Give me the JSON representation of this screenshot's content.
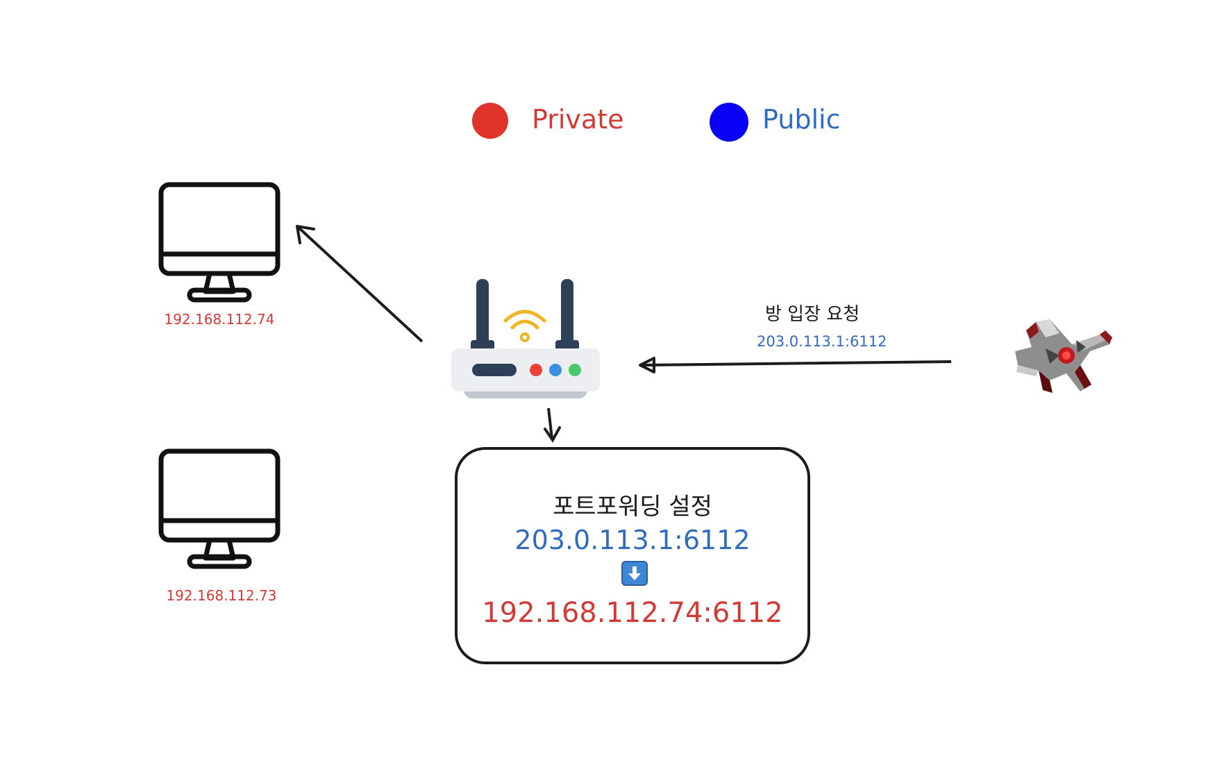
{
  "legend": {
    "private": {
      "label": "Private",
      "color": "#e0342a",
      "text_color": "#d23a36"
    },
    "public": {
      "label": "Public",
      "color": "#0a00f5",
      "text_color": "#2f6bbf"
    }
  },
  "hosts": [
    {
      "ip": "192.168.112.74"
    },
    {
      "ip": "192.168.112.73"
    }
  ],
  "request": {
    "label": "방 입장 요청",
    "address": "203.0.113.1:6112"
  },
  "forwarding": {
    "title": "포트포워딩 설정",
    "public_address": "203.0.113.1:6112",
    "arrow_icon": "down-arrow-icon",
    "private_address": "192.168.112.74:6112"
  }
}
